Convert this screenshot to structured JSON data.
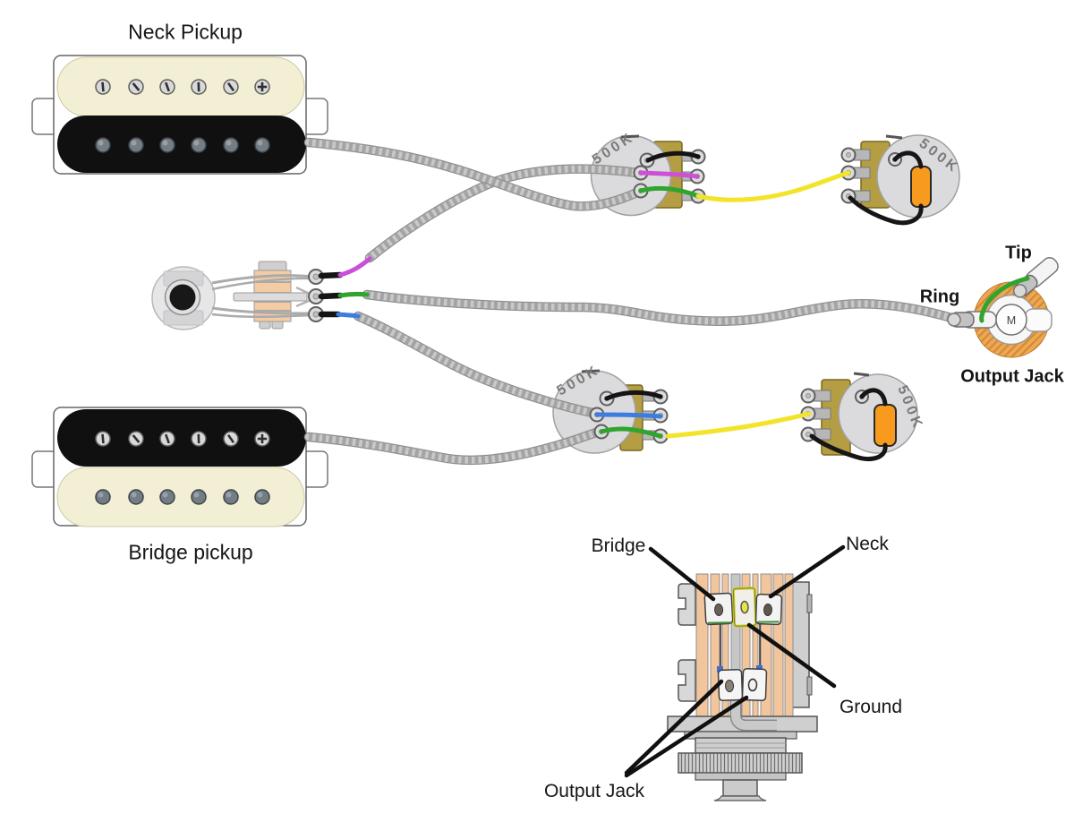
{
  "diagram": {
    "pickups": {
      "neck": {
        "label": "Neck Pickup"
      },
      "bridge": {
        "label": "Bridge pickup"
      }
    },
    "pots": {
      "neck_volume": {
        "value": "500K"
      },
      "neck_tone": {
        "value": "500K"
      },
      "bridge_volume": {
        "value": "500K"
      },
      "bridge_tone": {
        "value": "500K"
      }
    },
    "output_jack": {
      "label": "Output Jack",
      "tip_label": "Tip",
      "ring_label": "Ring",
      "center_mark": "M"
    },
    "switch_detail": {
      "bridge_label": "Bridge",
      "neck_label": "Neck",
      "ground_label": "Ground",
      "output_jack_label": "Output Jack"
    },
    "colors": {
      "neck_hot_wire": "#c84fd8",
      "bridge_hot_wire": "#3d7de0",
      "output_wire": "#2fa42f",
      "tone_link_wire": "#f2e428",
      "ground_jumper": "#141414",
      "capacitor": "#f79a1e",
      "shield_braid": "#c4c4c4",
      "switch_copper": "#f2c59d"
    }
  }
}
